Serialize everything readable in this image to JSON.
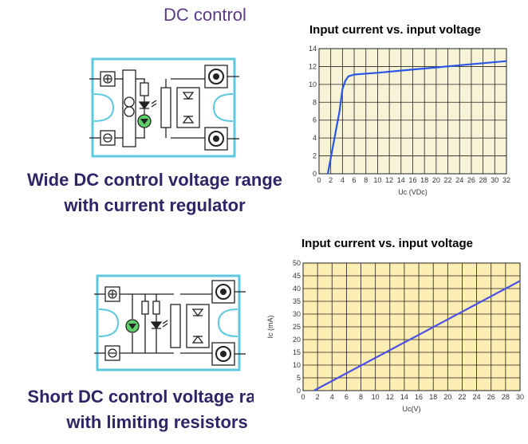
{
  "slide_title": "DC control",
  "captions": {
    "top_line1": "Wide DC control voltage range",
    "top_line2": "with current regulator",
    "bottom_line1": "Short DC control voltage range",
    "bottom_line2": "with limiting resistors"
  },
  "colors": {
    "title": "#5b3a86",
    "caption": "#2e2466",
    "diagram_border": "#5ec8e0",
    "chart1_bg": "#f7f3d6",
    "chart2_bg": "#fcedb3",
    "chart1_line": "#2a56e8",
    "chart2_line": "#4a52e6"
  },
  "chart_data": [
    {
      "type": "line",
      "title": "Input current vs. input voltage",
      "xlabel": "Uc (VDc)",
      "ylabel": "",
      "xlim": [
        0,
        32
      ],
      "ylim": [
        0,
        14
      ],
      "xticks": [
        0,
        2,
        4,
        6,
        8,
        10,
        12,
        14,
        16,
        18,
        20,
        22,
        24,
        26,
        28,
        30,
        32
      ],
      "xtick_labels": [
        "0",
        "2",
        "4",
        "6",
        "8",
        "10",
        "12",
        "14",
        "16",
        "18",
        "20",
        "22",
        "24",
        "26",
        "28",
        "30",
        "32"
      ],
      "yticks": [
        0,
        2,
        4,
        6,
        8,
        10,
        12,
        14
      ],
      "ytick_labels": [
        "0",
        "2",
        "4",
        "6",
        "8",
        "10",
        "12",
        "14"
      ],
      "grid": true,
      "series": [
        {
          "x": [
            1.5,
            3.5,
            4.0,
            4.5,
            5.0,
            6.0,
            10,
            15,
            20,
            25,
            32
          ],
          "y": [
            0,
            7.0,
            9.5,
            10.4,
            10.9,
            11.1,
            11.3,
            11.6,
            11.9,
            12.2,
            12.6
          ]
        }
      ]
    },
    {
      "type": "line",
      "title": "Input current vs. input voltage",
      "xlabel": "Uc(V)",
      "ylabel": "Ic (mA)",
      "xlim": [
        0,
        30
      ],
      "ylim": [
        0,
        50
      ],
      "xticks": [
        0,
        2,
        4,
        6,
        8,
        10,
        12,
        14,
        16,
        18,
        20,
        22,
        24,
        26,
        28,
        30
      ],
      "xtick_labels": [
        "0",
        "2",
        "4",
        "6",
        "8",
        "10",
        "12",
        "14",
        "16",
        "18",
        "20",
        "22",
        "24",
        "26",
        "28",
        "30"
      ],
      "yticks": [
        0,
        5,
        10,
        15,
        20,
        25,
        30,
        35,
        40,
        45,
        50
      ],
      "ytick_labels": [
        "0",
        "5",
        "10",
        "15",
        "20",
        "25",
        "30",
        "35",
        "40",
        "45",
        "50"
      ],
      "grid": true,
      "series": [
        {
          "x": [
            1.5,
            30
          ],
          "y": [
            0,
            43
          ]
        }
      ]
    }
  ]
}
